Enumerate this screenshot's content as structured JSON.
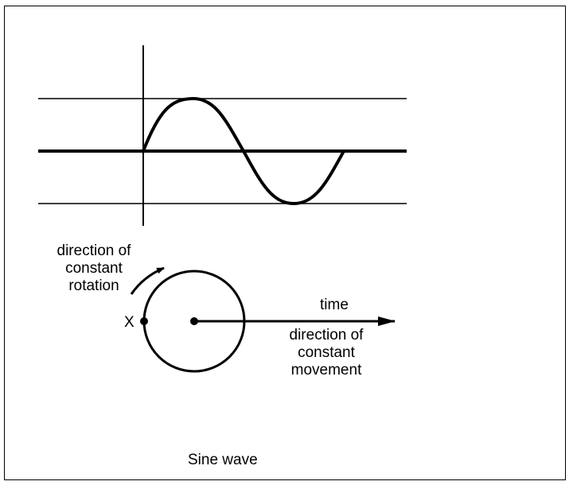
{
  "diagram": {
    "rotation_label": [
      "direction of",
      "constant",
      "rotation"
    ],
    "point_label": "X",
    "time_label": "time",
    "movement_label": [
      "direction of",
      "constant",
      "movement"
    ],
    "caption": "Sine wave"
  }
}
